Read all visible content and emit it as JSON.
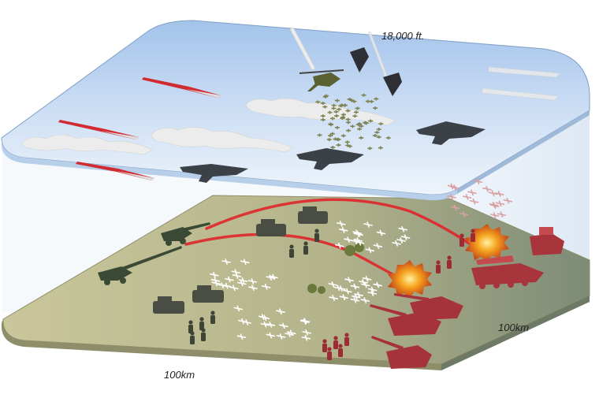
{
  "labels": {
    "altitude": "18,000 ft.",
    "width_front": "100km",
    "width_side": "100km"
  },
  "colors": {
    "sky_top": "#a9c8ec",
    "sky_bottom": "#e6f0fb",
    "ground": "#b8b88e",
    "ground_shadow": "#7c8a72",
    "friendly": "#3f4a3a",
    "hostile": "#b0303a",
    "trajectory": "#e0242a",
    "smoke": "#e8e8e8",
    "fire": "#f08a1c"
  },
  "icons": {
    "fighter": "stealth-fighter-icon",
    "helicopter": "attack-helicopter-icon",
    "missile": "cruise-missile-icon",
    "drone": "swarm-drone-icon",
    "glider": "hypersonic-glide-vehicle-icon",
    "howitzer": "artillery-howitzer-icon",
    "apc": "armored-vehicle-icon",
    "soldier": "soldier-icon",
    "explosion": "explosion-icon",
    "tank": "hostile-tank-icon",
    "launcher": "missile-launcher-truck-icon"
  }
}
